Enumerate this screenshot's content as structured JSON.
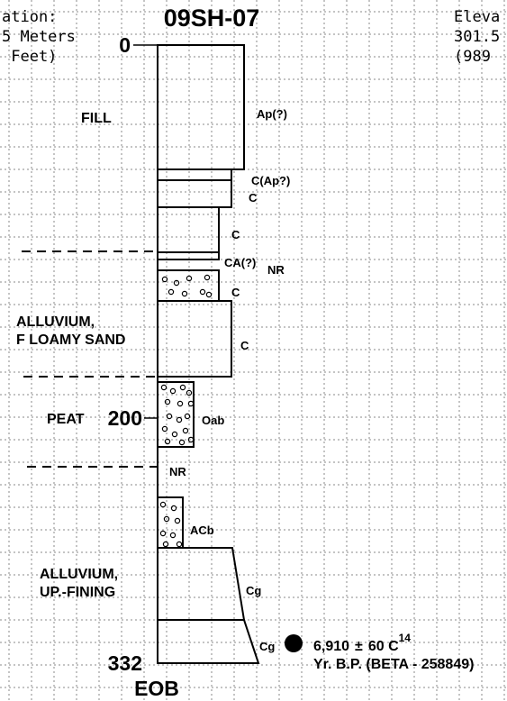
{
  "title": "09SH-07",
  "left_header": [
    "ation:",
    "5 Meters",
    " Feet)"
  ],
  "right_header": [
    "Eleva",
    "301.5",
    "(989"
  ],
  "depth_labels": {
    "top": "0",
    "mid": "200",
    "bottom": "332"
  },
  "end_label": "EOB",
  "units": [
    "FILL",
    "ALLUVIUM,",
    "F LOAMY SAND",
    "PEAT",
    "ALLUVIUM,",
    "UP.-FINING"
  ],
  "horizons": [
    "Ap(?)",
    "C(Ap?)",
    "C",
    "C",
    "CA(?)",
    "NR",
    "C",
    "C",
    "Oab",
    "NR",
    "ACb",
    "Cg",
    "Cg"
  ],
  "date": {
    "value": "6,910",
    "pm": "±",
    "error": "60 C",
    "isotope": "14",
    "line2": "Yr. B.P. (BETA - 258849)"
  },
  "colors": {
    "ink": "#000000",
    "grid": "#888888",
    "background": "#ffffff"
  }
}
